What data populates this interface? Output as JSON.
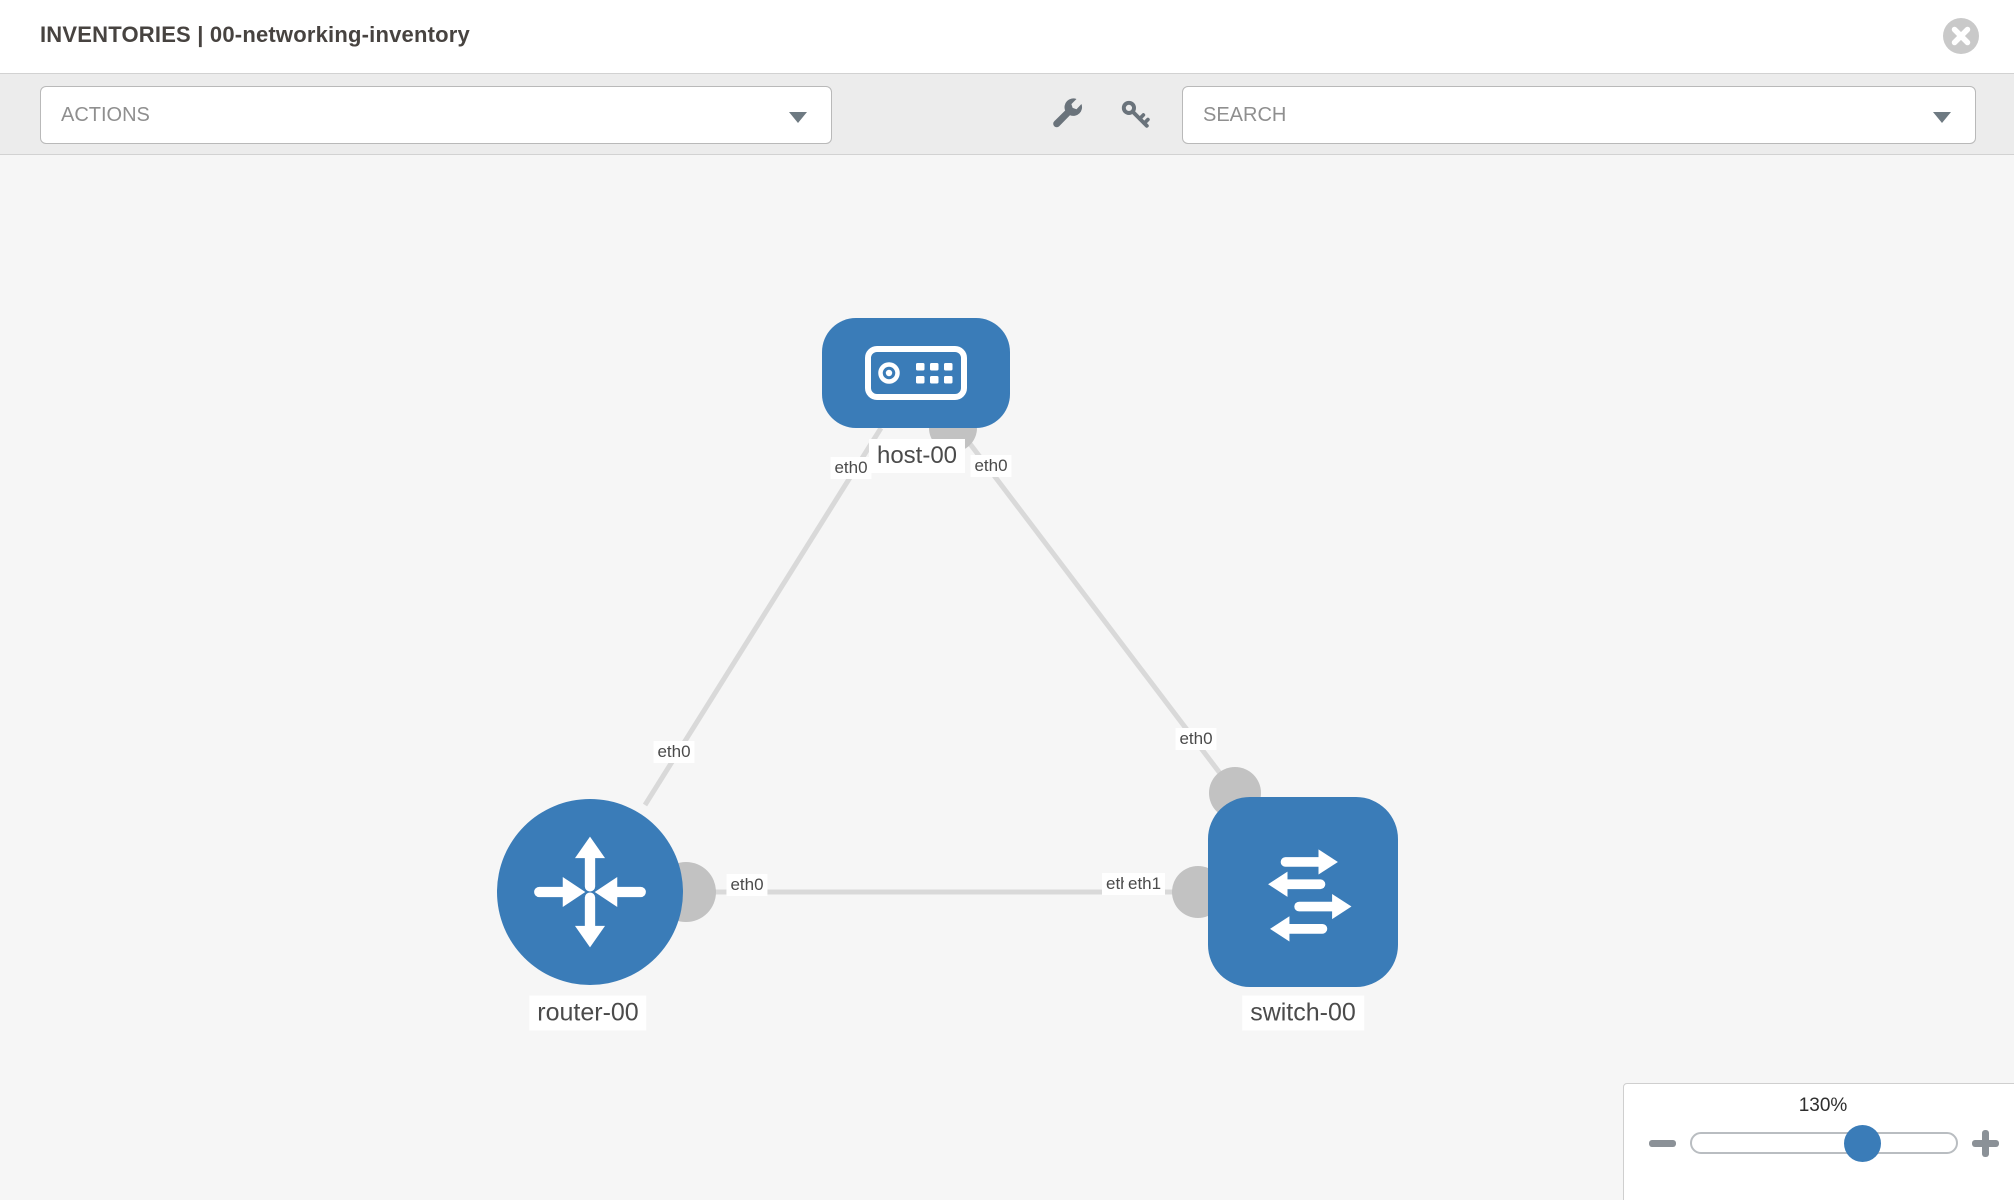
{
  "header": {
    "title": "INVENTORIES | 00-networking-inventory"
  },
  "toolbar": {
    "actions_label": "ACTIONS",
    "search_placeholder": "SEARCH"
  },
  "topology": {
    "nodes": [
      {
        "label": "host-00",
        "type": "host"
      },
      {
        "label": "router-00",
        "type": "router"
      },
      {
        "label": "switch-00",
        "type": "switch"
      }
    ],
    "links": [
      {
        "from": "host-00",
        "to": "router-00",
        "from_iface": "eth0",
        "to_iface": "eth0"
      },
      {
        "from": "host-00",
        "to": "switch-00",
        "from_iface": "eth0",
        "to_iface": "eth0"
      },
      {
        "from": "router-00",
        "to": "switch-00",
        "from_iface": "eth0",
        "to_iface": "eth1",
        "to_iface_behind": "eth0"
      }
    ]
  },
  "zoom_control": {
    "level": "130%"
  },
  "colors": {
    "node_blue": "#3a7cb8",
    "link_gray": "#d9d9d9",
    "port_gray": "#c2c2c2",
    "toolbar_gray": "#ececec"
  }
}
